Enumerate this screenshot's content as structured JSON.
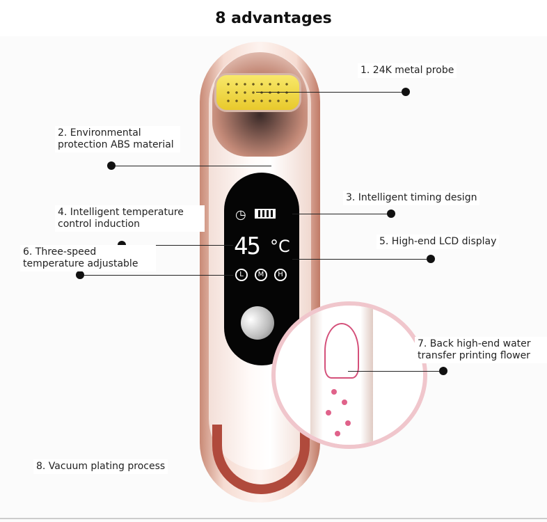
{
  "title": "8 advantages",
  "labels": [
    "1. 24K metal probe",
    "2. Environmental protection ABS material",
    "3. Intelligent timing design",
    "4. Intelligent temperature control induction",
    "5. High-end LCD display",
    "6. Three-speed temperature adjustable",
    "7. Back high-end water transfer printing flower",
    "8. Vacuum plating process"
  ],
  "lcd": {
    "temperature": "45",
    "unit": "°C",
    "modes": [
      "L",
      "M",
      "H"
    ],
    "clock": "◷",
    "battery": "▭"
  }
}
